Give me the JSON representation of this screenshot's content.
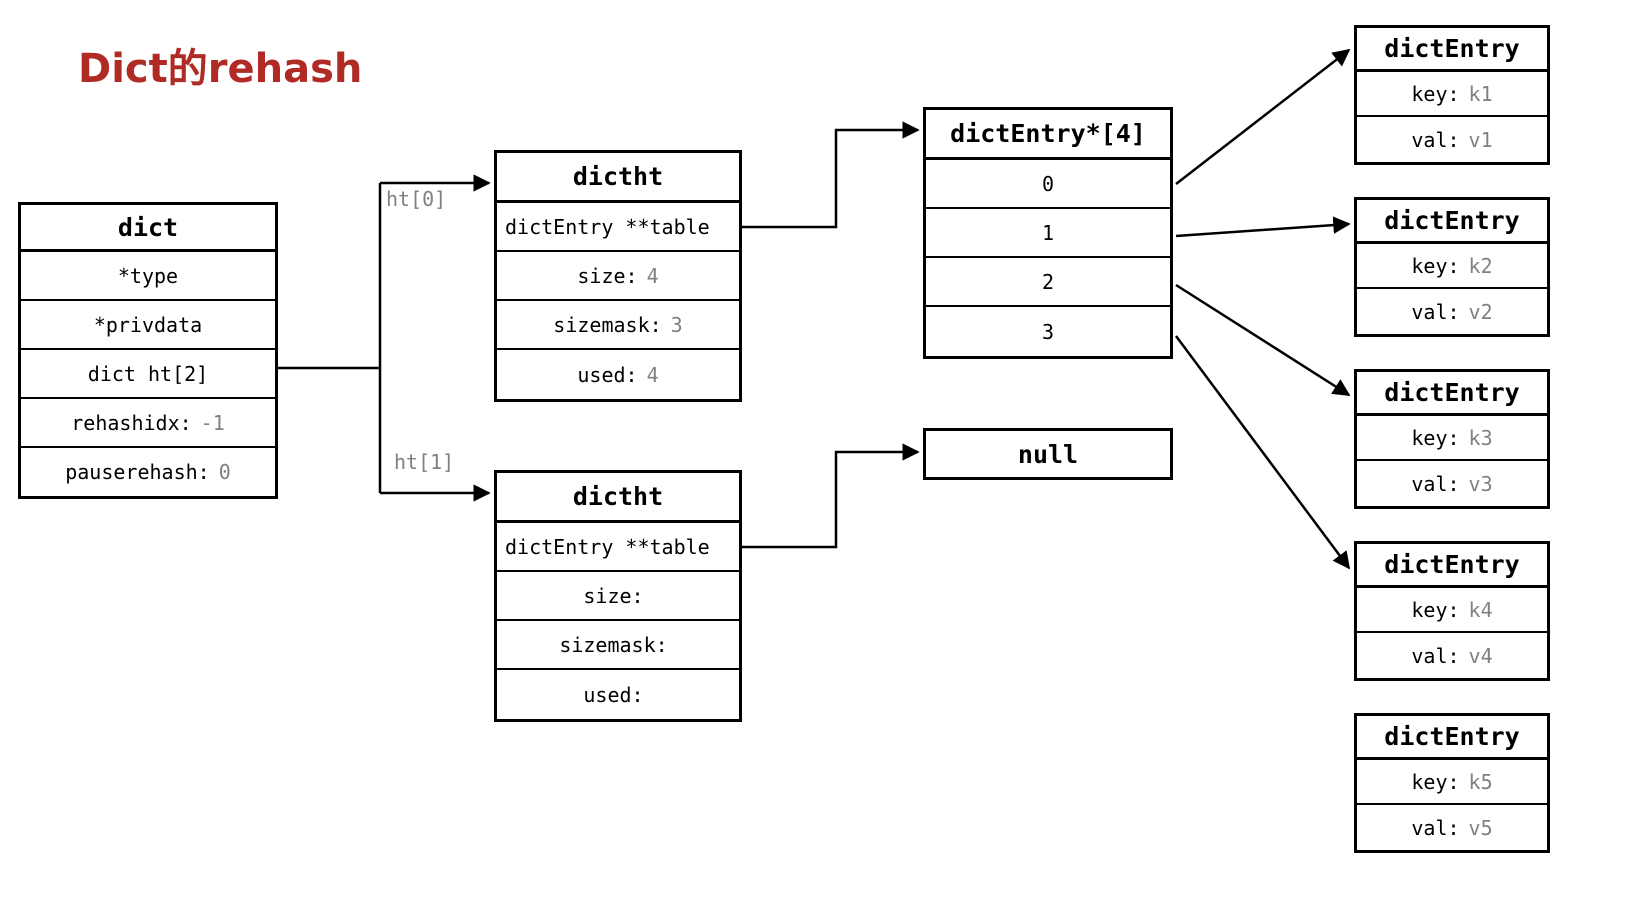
{
  "title": "Dict的rehash",
  "colors": {
    "title": "#b02a26",
    "line": "#000000",
    "value_text": "#808080",
    "background": "#ffffff"
  },
  "dict_struct": {
    "header": "dict",
    "rows": [
      {
        "label": "*type",
        "value": ""
      },
      {
        "label": "*privdata",
        "value": ""
      },
      {
        "label": "dict ht[2]",
        "value": ""
      },
      {
        "label": "rehashidx:",
        "value": "-1"
      },
      {
        "label": "pauserehash:",
        "value": "0"
      }
    ]
  },
  "edge_labels": {
    "ht0": "ht[0]",
    "ht1": "ht[1]"
  },
  "dictht0": {
    "header": "dictht",
    "table_row": "dictEntry **table",
    "rows": [
      {
        "label": "size:",
        "value": "4"
      },
      {
        "label": "sizemask:",
        "value": "3"
      },
      {
        "label": "used:",
        "value": "4"
      }
    ]
  },
  "dictht1": {
    "header": "dictht",
    "table_row": "dictEntry **table",
    "rows": [
      {
        "label": "size:",
        "value": ""
      },
      {
        "label": "sizemask:",
        "value": ""
      },
      {
        "label": "used:",
        "value": ""
      }
    ]
  },
  "bucket_array": {
    "header": "dictEntry*[4]",
    "indices": [
      "0",
      "1",
      "2",
      "3"
    ]
  },
  "null_box": {
    "label": "null"
  },
  "entries": [
    {
      "header": "dictEntry",
      "key_label": "key:",
      "key": "k1",
      "val_label": "val:",
      "val": "v1"
    },
    {
      "header": "dictEntry",
      "key_label": "key:",
      "key": "k2",
      "val_label": "val:",
      "val": "v2"
    },
    {
      "header": "dictEntry",
      "key_label": "key:",
      "key": "k3",
      "val_label": "val:",
      "val": "v3"
    },
    {
      "header": "dictEntry",
      "key_label": "key:",
      "key": "k4",
      "val_label": "val:",
      "val": "v4"
    },
    {
      "header": "dictEntry",
      "key_label": "key:",
      "key": "k5",
      "val_label": "val:",
      "val": "v5"
    }
  ]
}
